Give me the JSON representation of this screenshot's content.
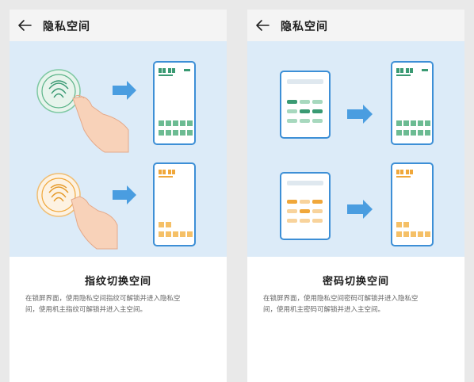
{
  "panels": [
    {
      "title": "隐私空间",
      "caption": "指纹切换空间",
      "description_line1": "在锁屏界面，使用隐私空间指纹可解锁并进入隐私空",
      "description_line2": "间，使用机主指纹可解锁并进入主空间。"
    },
    {
      "title": "隐私空间",
      "caption": "密码切换空间",
      "description_line1": "在锁屏界面，使用隐私空间密码可解锁并进入隐私空",
      "description_line2": "间，使用机主密码可解锁并进入主空间。"
    }
  ],
  "colors": {
    "illustration_bg": "#dcebf8",
    "green": "#3a9a73",
    "orange": "#f0a73a",
    "arrow_blue": "#4a9de0",
    "phone_border": "#3d8fd6"
  }
}
